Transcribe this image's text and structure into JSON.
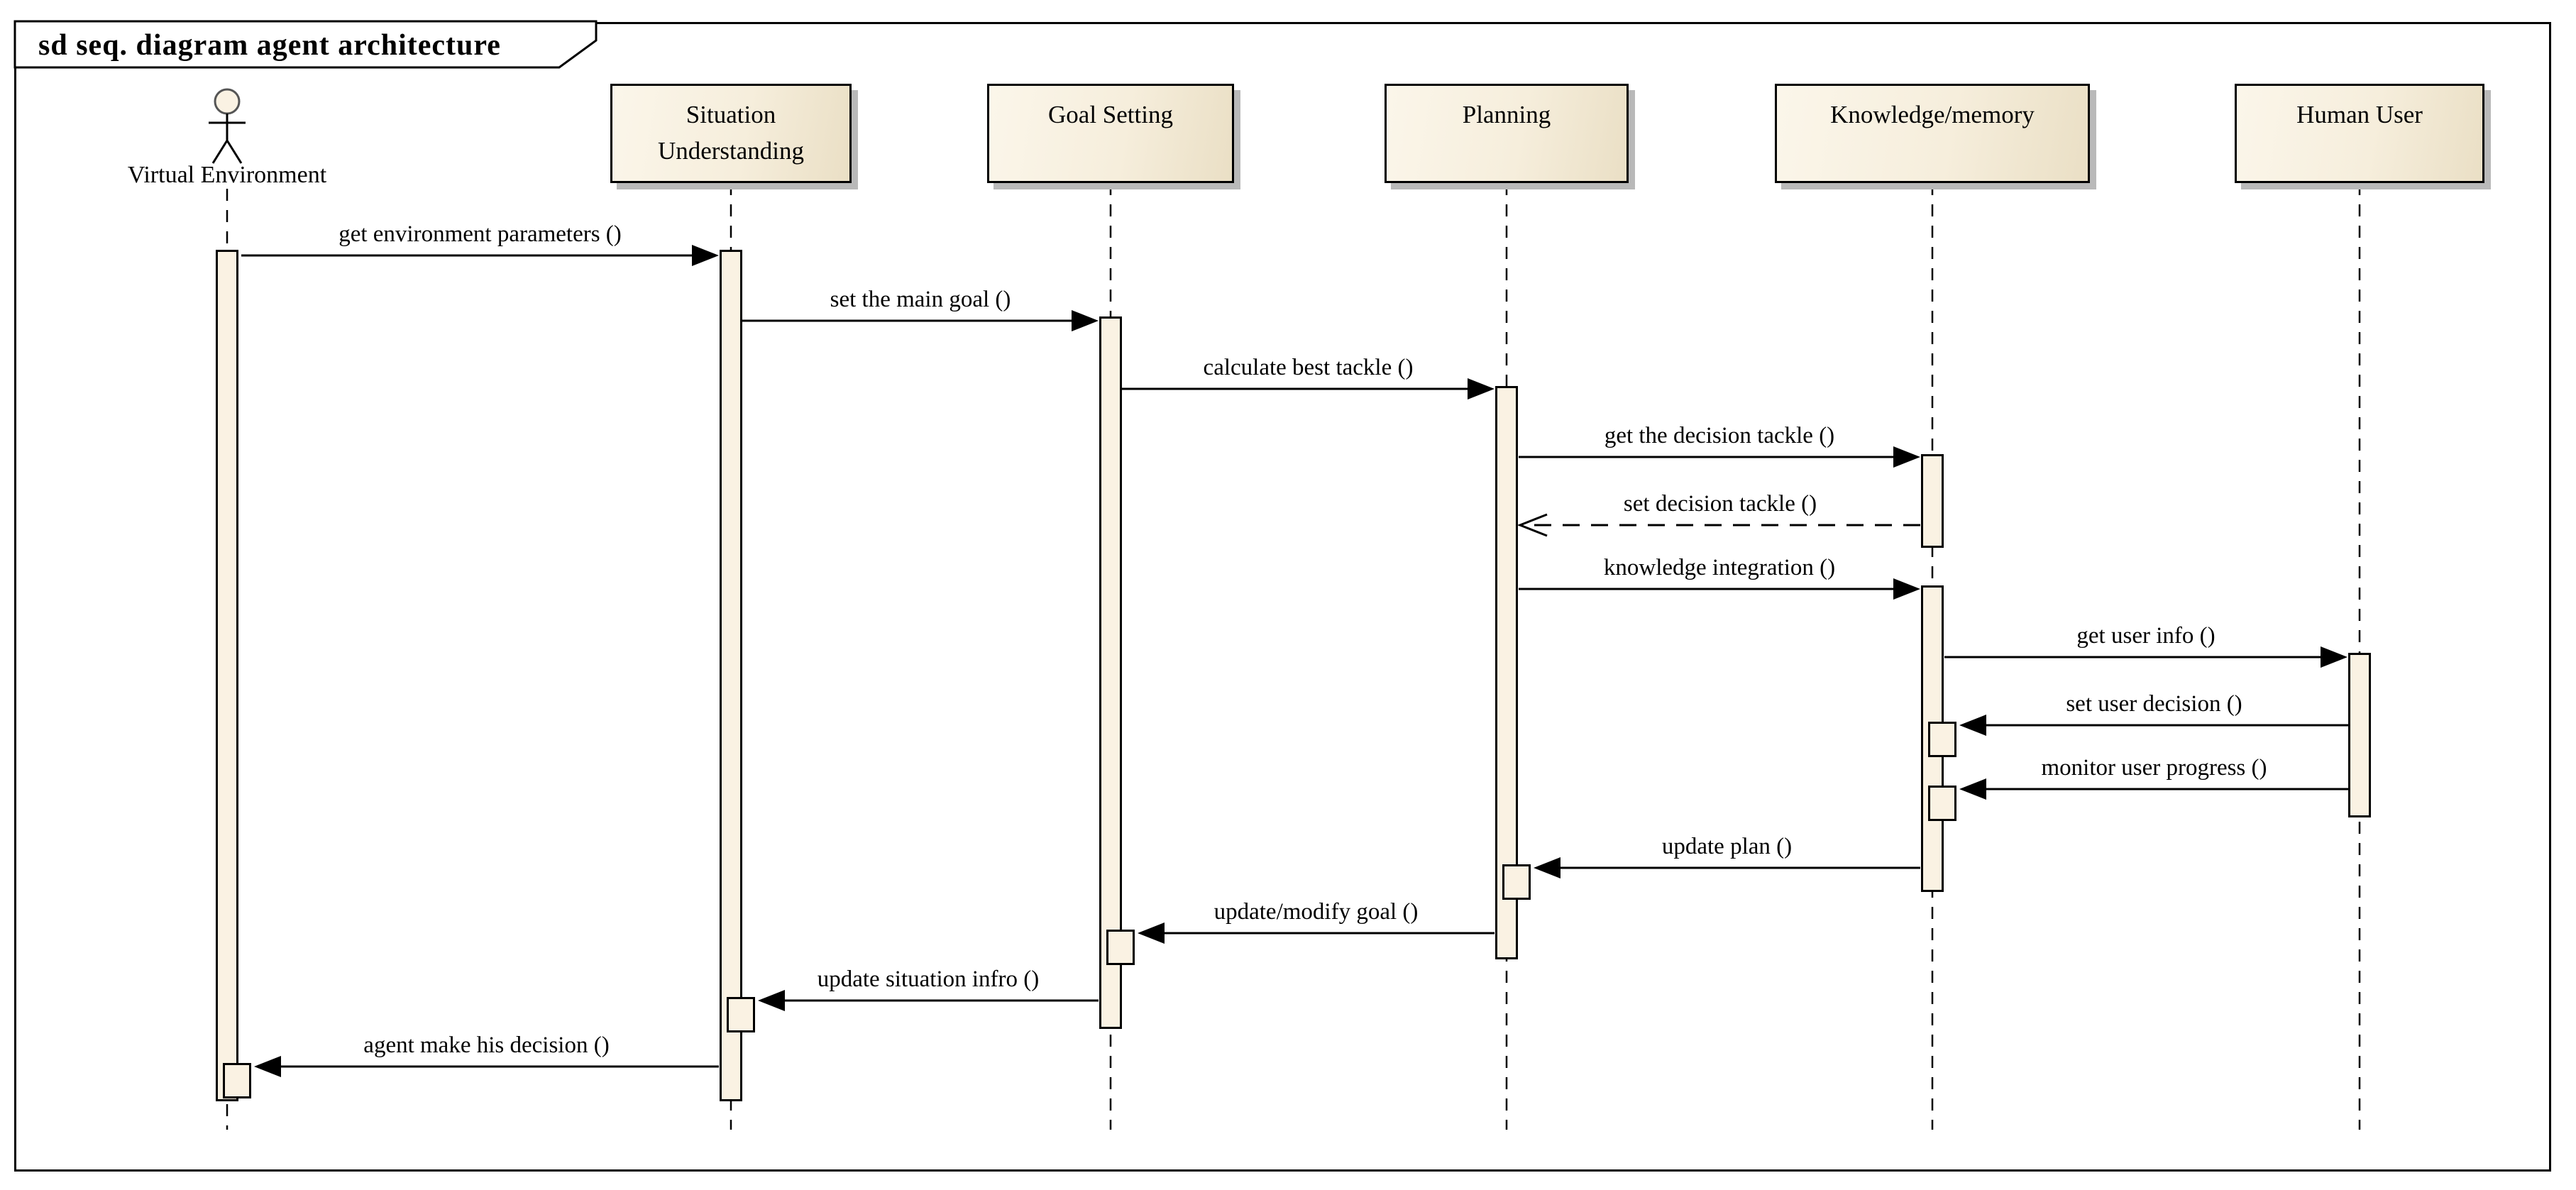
{
  "frame": {
    "title": "sd seq. diagram agent architecture"
  },
  "participants": [
    {
      "id": "virtual-environment",
      "label": "Virtual Environment",
      "kind": "actor"
    },
    {
      "id": "situation-understanding",
      "label": "Situation Understanding",
      "kind": "object"
    },
    {
      "id": "goal-setting",
      "label": "Goal Setting",
      "kind": "object"
    },
    {
      "id": "planning",
      "label": "Planning",
      "kind": "object"
    },
    {
      "id": "knowledge-memory",
      "label": "Knowledge/memory",
      "kind": "object"
    },
    {
      "id": "human-user",
      "label": "Human User",
      "kind": "object"
    }
  ],
  "messages": [
    {
      "label": "get environment parameters ()",
      "from": "virtual-environment",
      "to": "situation-understanding",
      "kind": "sync"
    },
    {
      "label": "set the main goal ()",
      "from": "situation-understanding",
      "to": "goal-setting",
      "kind": "sync"
    },
    {
      "label": "calculate best tackle ()",
      "from": "goal-setting",
      "to": "planning",
      "kind": "sync"
    },
    {
      "label": "get the decision tackle ()",
      "from": "planning",
      "to": "knowledge-memory",
      "kind": "sync"
    },
    {
      "label": "set decision tackle ()",
      "from": "knowledge-memory",
      "to": "planning",
      "kind": "return"
    },
    {
      "label": "knowledge integration ()",
      "from": "planning",
      "to": "knowledge-memory",
      "kind": "sync"
    },
    {
      "label": "get user info ()",
      "from": "knowledge-memory",
      "to": "human-user",
      "kind": "sync"
    },
    {
      "label": "set user decision ()",
      "from": "human-user",
      "to": "knowledge-memory",
      "kind": "sync"
    },
    {
      "label": "monitor user progress ()",
      "from": "human-user",
      "to": "knowledge-memory",
      "kind": "sync"
    },
    {
      "label": "update plan ()",
      "from": "knowledge-memory",
      "to": "planning",
      "kind": "sync"
    },
    {
      "label": "update/modify goal ()",
      "from": "planning",
      "to": "goal-setting",
      "kind": "sync"
    },
    {
      "label": "update situation infro ()",
      "from": "goal-setting",
      "to": "situation-understanding",
      "kind": "sync"
    },
    {
      "label": "agent make his decision ()",
      "from": "situation-understanding",
      "to": "virtual-environment",
      "kind": "sync"
    }
  ],
  "colors": {
    "background": "#ffffff",
    "line": "#000000",
    "box_fill_light": "#fbf6ea",
    "box_fill_dark": "#eadfc5",
    "activation_fill": "#faf2e3",
    "shadow": "#b9b9b9"
  }
}
